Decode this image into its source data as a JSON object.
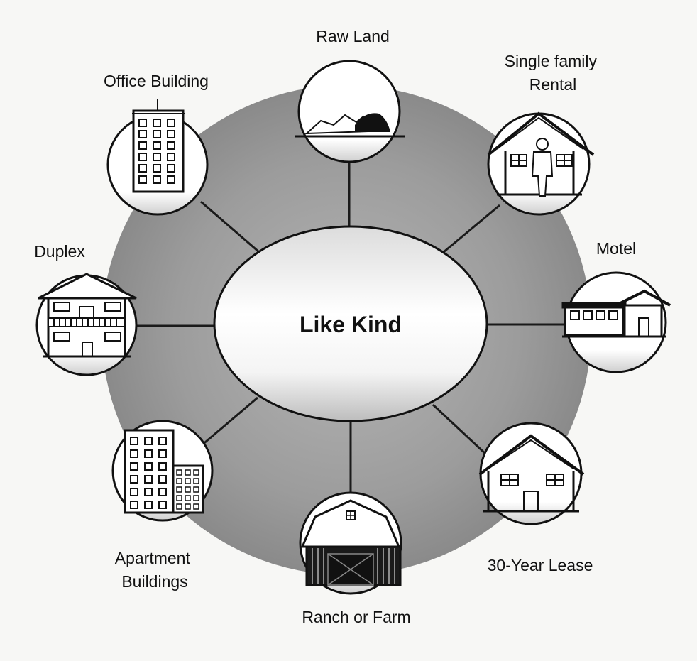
{
  "center": {
    "label": "Like Kind"
  },
  "nodes": [
    {
      "id": "raw-land",
      "label_lines": [
        "Raw Land"
      ],
      "icon": "land-icon"
    },
    {
      "id": "single-family-rental",
      "label_lines": [
        "Single family",
        "Rental"
      ],
      "icon": "house-with-person-icon"
    },
    {
      "id": "motel",
      "label_lines": [
        "Motel"
      ],
      "icon": "motel-icon"
    },
    {
      "id": "30-year-lease",
      "label_lines": [
        "30-Year Lease"
      ],
      "icon": "house-icon"
    },
    {
      "id": "ranch-or-farm",
      "label_lines": [
        "Ranch or Farm"
      ],
      "icon": "barn-icon"
    },
    {
      "id": "apartment-buildings",
      "label_lines": [
        "Apartment",
        "Buildings"
      ],
      "icon": "apartment-icon"
    },
    {
      "id": "duplex",
      "label_lines": [
        "Duplex"
      ],
      "icon": "duplex-icon"
    },
    {
      "id": "office-building",
      "label_lines": [
        "Office Building"
      ],
      "icon": "office-building-icon"
    }
  ]
}
